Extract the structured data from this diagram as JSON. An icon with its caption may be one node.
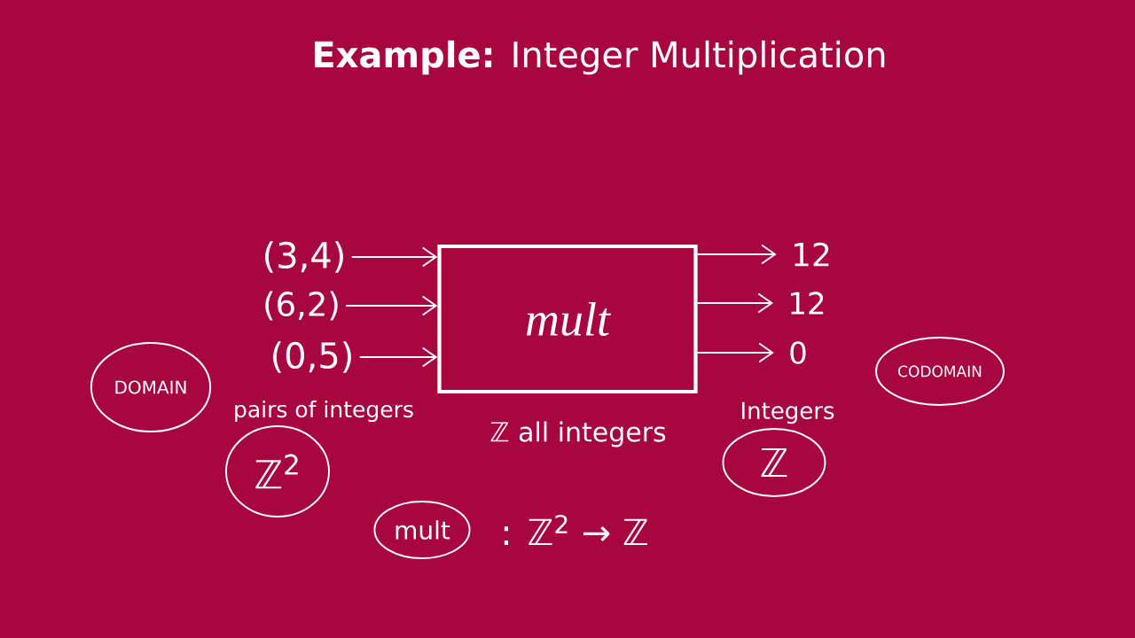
{
  "diagram": {
    "title": "**Example:** Integer Multiplication",
    "nodes": [
      {
        "text": [
          "(3,4)"
        ]
      },
      {
        "text": [
          "(6,2)"
        ]
      },
      {
        "text": [
          "(0,5)"
        ]
      },
      {
        "text": [
          "mult"
        ]
      },
      {
        "text": [
          "12"
        ]
      },
      {
        "text": [
          "12"
        ]
      },
      {
        "text": [
          "0"
        ]
      },
      {
        "text": [
          "DOMAIN"
        ]
      },
      {
        "text": [
          "CODOMAIN"
        ]
      },
      {
        "text": [
          "ℤ$^{2}$"
        ],
        "beside": [
          "pairs of integers"
        ]
      },
      {
        "text": [
          "ℤ"
        ],
        "beside": [
          "Integers"
        ]
      },
      {
        "text": [
          "mult"
        ]
      }
    ],
    "edges": [
      {
        "from": 0,
        "to": 3,
        "arrow": "to"
      },
      {
        "from": 1,
        "to": 3,
        "arrow": "to"
      },
      {
        "from": 2,
        "to": 3,
        "arrow": "to"
      },
      {
        "from": 3,
        "to": 4,
        "arrow": "to"
      },
      {
        "from": 3,
        "to": 5,
        "arrow": "to"
      },
      {
        "from": 3,
        "to": 6,
        "arrow": "to"
      }
    ],
    "labels": [
      "ℤ all integers",
      ": ℤ$^{2}$ → ℤ"
    ]
  }
}
